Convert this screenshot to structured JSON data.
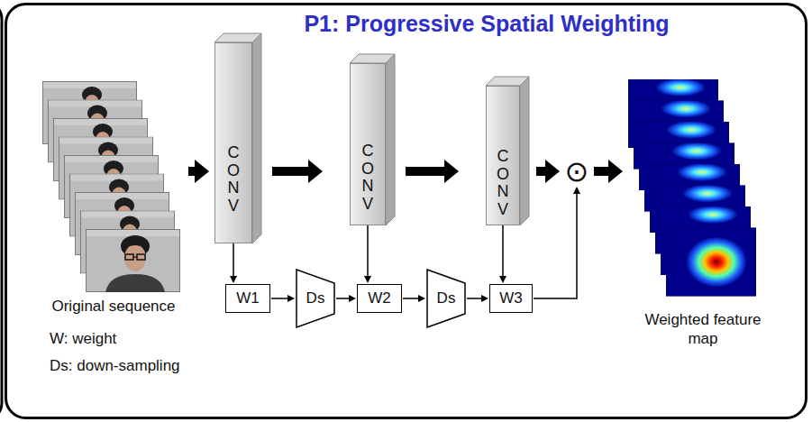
{
  "diagram": {
    "title": "P1: Progressive Spatial Weighting",
    "nodes": [
      {
        "text": [
          "Original sequence"
        ]
      },
      {
        "text": [
          "CONV"
        ]
      },
      {
        "text": [
          "CONV"
        ]
      },
      {
        "text": [
          "CONV"
        ]
      },
      {
        "text": [
          "⊙"
        ]
      },
      {
        "text": [
          "Weighted feature map"
        ]
      },
      {
        "text": [
          "W1"
        ]
      },
      {
        "text": [
          "Ds"
        ]
      },
      {
        "text": [
          "W2"
        ]
      },
      {
        "text": [
          "Ds"
        ]
      },
      {
        "text": [
          "W3"
        ]
      }
    ],
    "edges": [
      {
        "from": 0,
        "to": 1,
        "arrow": "to"
      },
      {
        "from": 1,
        "to": 2,
        "arrow": "to"
      },
      {
        "from": 2,
        "to": 3,
        "arrow": "to"
      },
      {
        "from": 3,
        "to": 4,
        "arrow": "to"
      },
      {
        "from": 4,
        "to": 5,
        "arrow": "to"
      },
      {
        "from": 1,
        "to": 6,
        "arrow": "to"
      },
      {
        "from": 2,
        "to": 8,
        "arrow": "to"
      },
      {
        "from": 3,
        "to": 10,
        "arrow": "to"
      },
      {
        "from": 6,
        "to": 7,
        "arrow": "to"
      },
      {
        "from": 7,
        "to": 8,
        "arrow": "to"
      },
      {
        "from": 8,
        "to": 9,
        "arrow": "to"
      },
      {
        "from": 9,
        "to": 10,
        "arrow": "to"
      },
      {
        "from": 10,
        "to": 4,
        "arrow": "to"
      }
    ],
    "labels": [
      "W: weight",
      "Ds: down-sampling"
    ]
  }
}
